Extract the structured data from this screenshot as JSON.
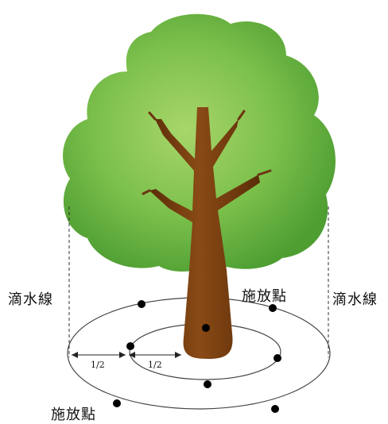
{
  "labels": {
    "drip_line_left": "滴水線",
    "drip_line_right": "滴水線",
    "application_point_top": "施放點",
    "application_point_bottom": "施放點",
    "half_left": "1/2",
    "half_right": "1/2"
  },
  "colors": {
    "foliage_dark": "#5fae3d",
    "foliage_light": "#a8d66a",
    "trunk": "#7a3f10",
    "trunk_dark": "#5a2d08",
    "dot": "#000000",
    "line": "#333333"
  },
  "icons": {
    "tree": "tree-illustration",
    "points": "fertilizer-application-point"
  }
}
